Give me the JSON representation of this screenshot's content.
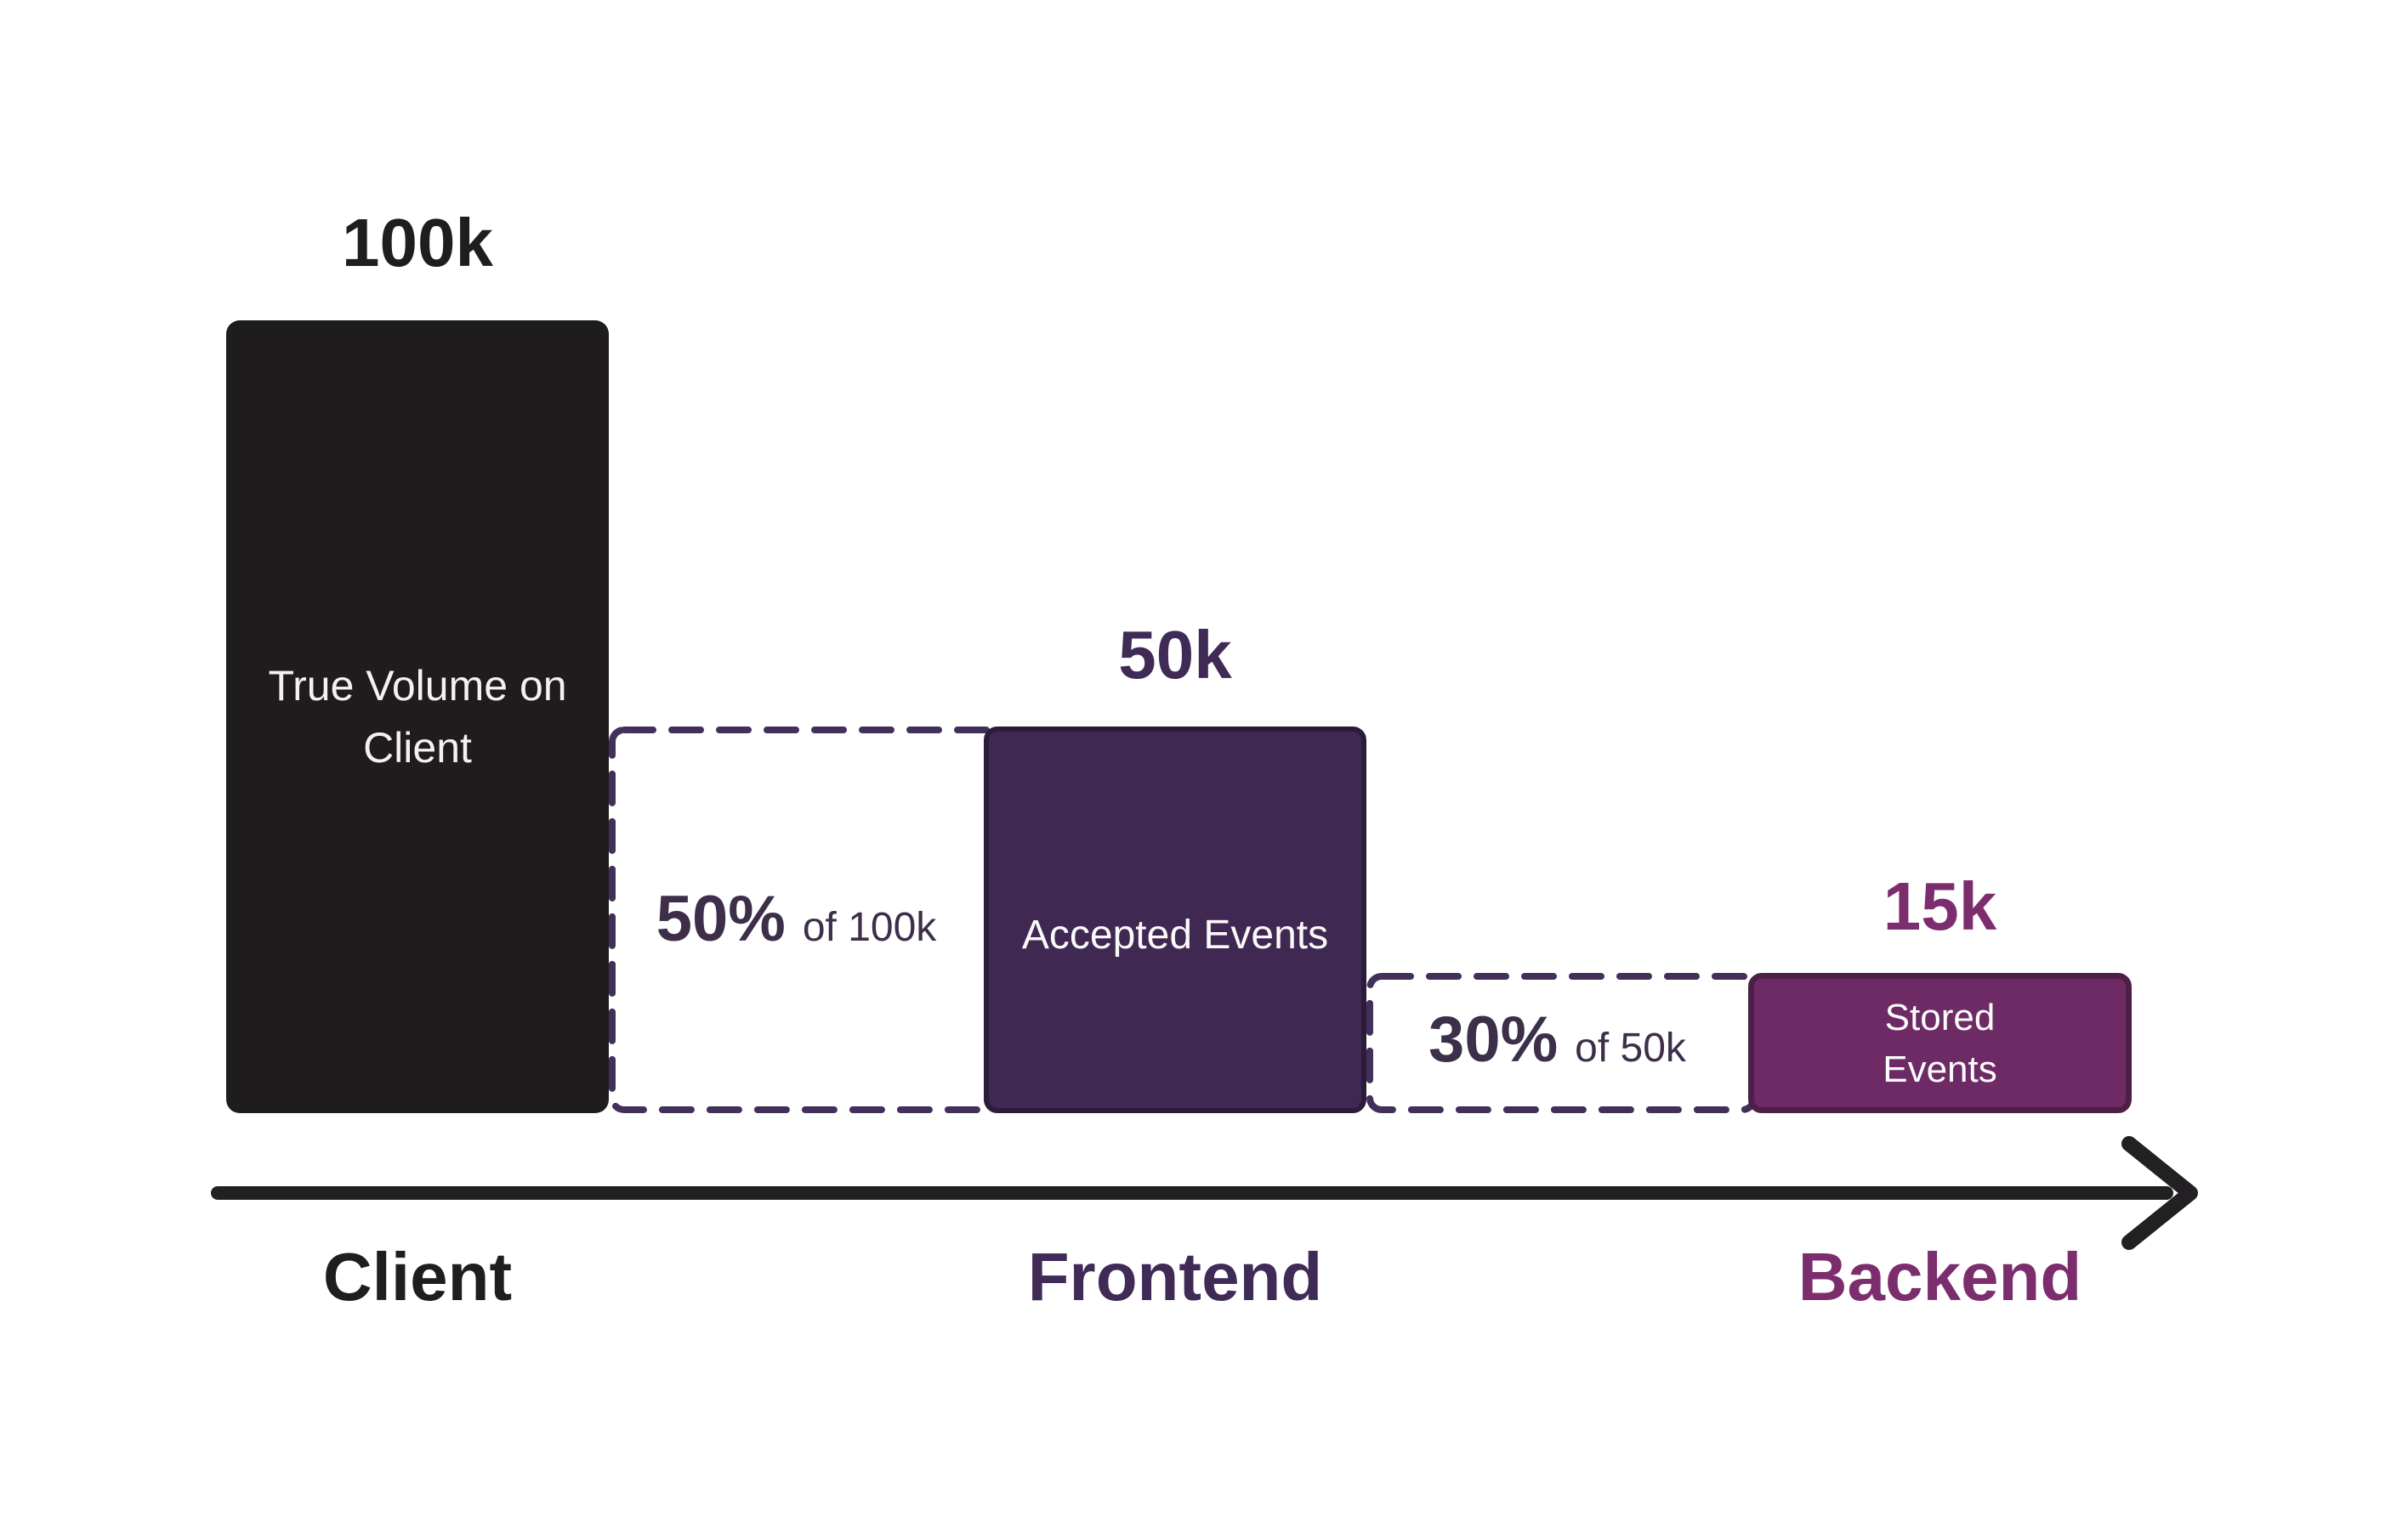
{
  "chart_data": {
    "type": "bar",
    "subtype": "funnel",
    "title": "",
    "stages": [
      {
        "axis_label": "Client",
        "bar_label": "True Volume on Client",
        "value": 100000,
        "value_label": "100k",
        "bar_color": "#1e1c1d"
      },
      {
        "axis_label": "Frontend",
        "bar_label": "Accepted Events",
        "value": 50000,
        "value_label": "50k",
        "bar_color": "#3f2952",
        "drop": {
          "percent": "50%",
          "basis": "of 100k"
        }
      },
      {
        "axis_label": "Backend",
        "bar_label": "Stored Events",
        "value": 15000,
        "value_label": "15k",
        "bar_color": "#6e2a64",
        "drop": {
          "percent": "30%",
          "basis": "of 50k"
        }
      }
    ],
    "x_axis": {
      "labels": [
        "Client",
        "Frontend",
        "Backend"
      ],
      "arrow_direction": "right"
    },
    "ylim": [
      0,
      100000
    ],
    "grid": false,
    "legend": "none"
  },
  "colors": {
    "background": "#ffffff",
    "client_bar": "#1e1c1d",
    "frontend_bar": "#3f2952",
    "frontend_bar_border": "#2b1c39",
    "backend_bar": "#6e2a64",
    "backend_bar_border": "#4d1f47",
    "dashed_outline": "#43305a",
    "arrow": "#232023",
    "drop_text": "#3d2e4a",
    "frontend_text": "#3f2b56",
    "backend_text": "#7c2d6e",
    "bar_text": "#f4f1f4"
  }
}
